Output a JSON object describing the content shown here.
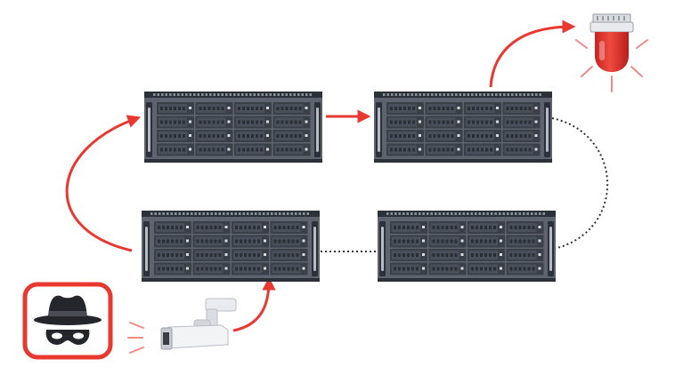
{
  "diagram": {
    "nodes": [
      {
        "id": "server-top-left",
        "kind": "server-rack"
      },
      {
        "id": "server-top-right",
        "kind": "server-rack"
      },
      {
        "id": "server-bottom-left",
        "kind": "server-rack"
      },
      {
        "id": "server-bottom-right",
        "kind": "server-rack"
      },
      {
        "id": "intruder",
        "kind": "intruder-icon"
      },
      {
        "id": "camera",
        "kind": "security-camera-icon"
      },
      {
        "id": "alarm",
        "kind": "alarm-siren-icon"
      }
    ],
    "edges": [
      {
        "from": "camera",
        "to": "server-bottom-left",
        "style": "arrow"
      },
      {
        "from": "server-bottom-left",
        "to": "server-top-left",
        "style": "arrow"
      },
      {
        "from": "server-top-left",
        "to": "server-top-right",
        "style": "arrow"
      },
      {
        "from": "server-top-right",
        "to": "alarm",
        "style": "arrow"
      },
      {
        "from": "server-top-right",
        "to": "server-bottom-right",
        "style": "dotted"
      },
      {
        "from": "server-bottom-right",
        "to": "server-bottom-left",
        "style": "dotted"
      }
    ]
  },
  "colors": {
    "accent": "#e8382f",
    "accent_light": "#f08a84",
    "server_body": "#5d6470",
    "server_dark": "#2c3038",
    "server_bay": "#3a3f48",
    "server_handle": "#b7bcc4",
    "dotted_link": "#333333",
    "intruder_frame": "#e8382f",
    "intruder_dark": "#24262b",
    "camera_body": "#eef0f2",
    "alarm_red": "#e0312b"
  }
}
